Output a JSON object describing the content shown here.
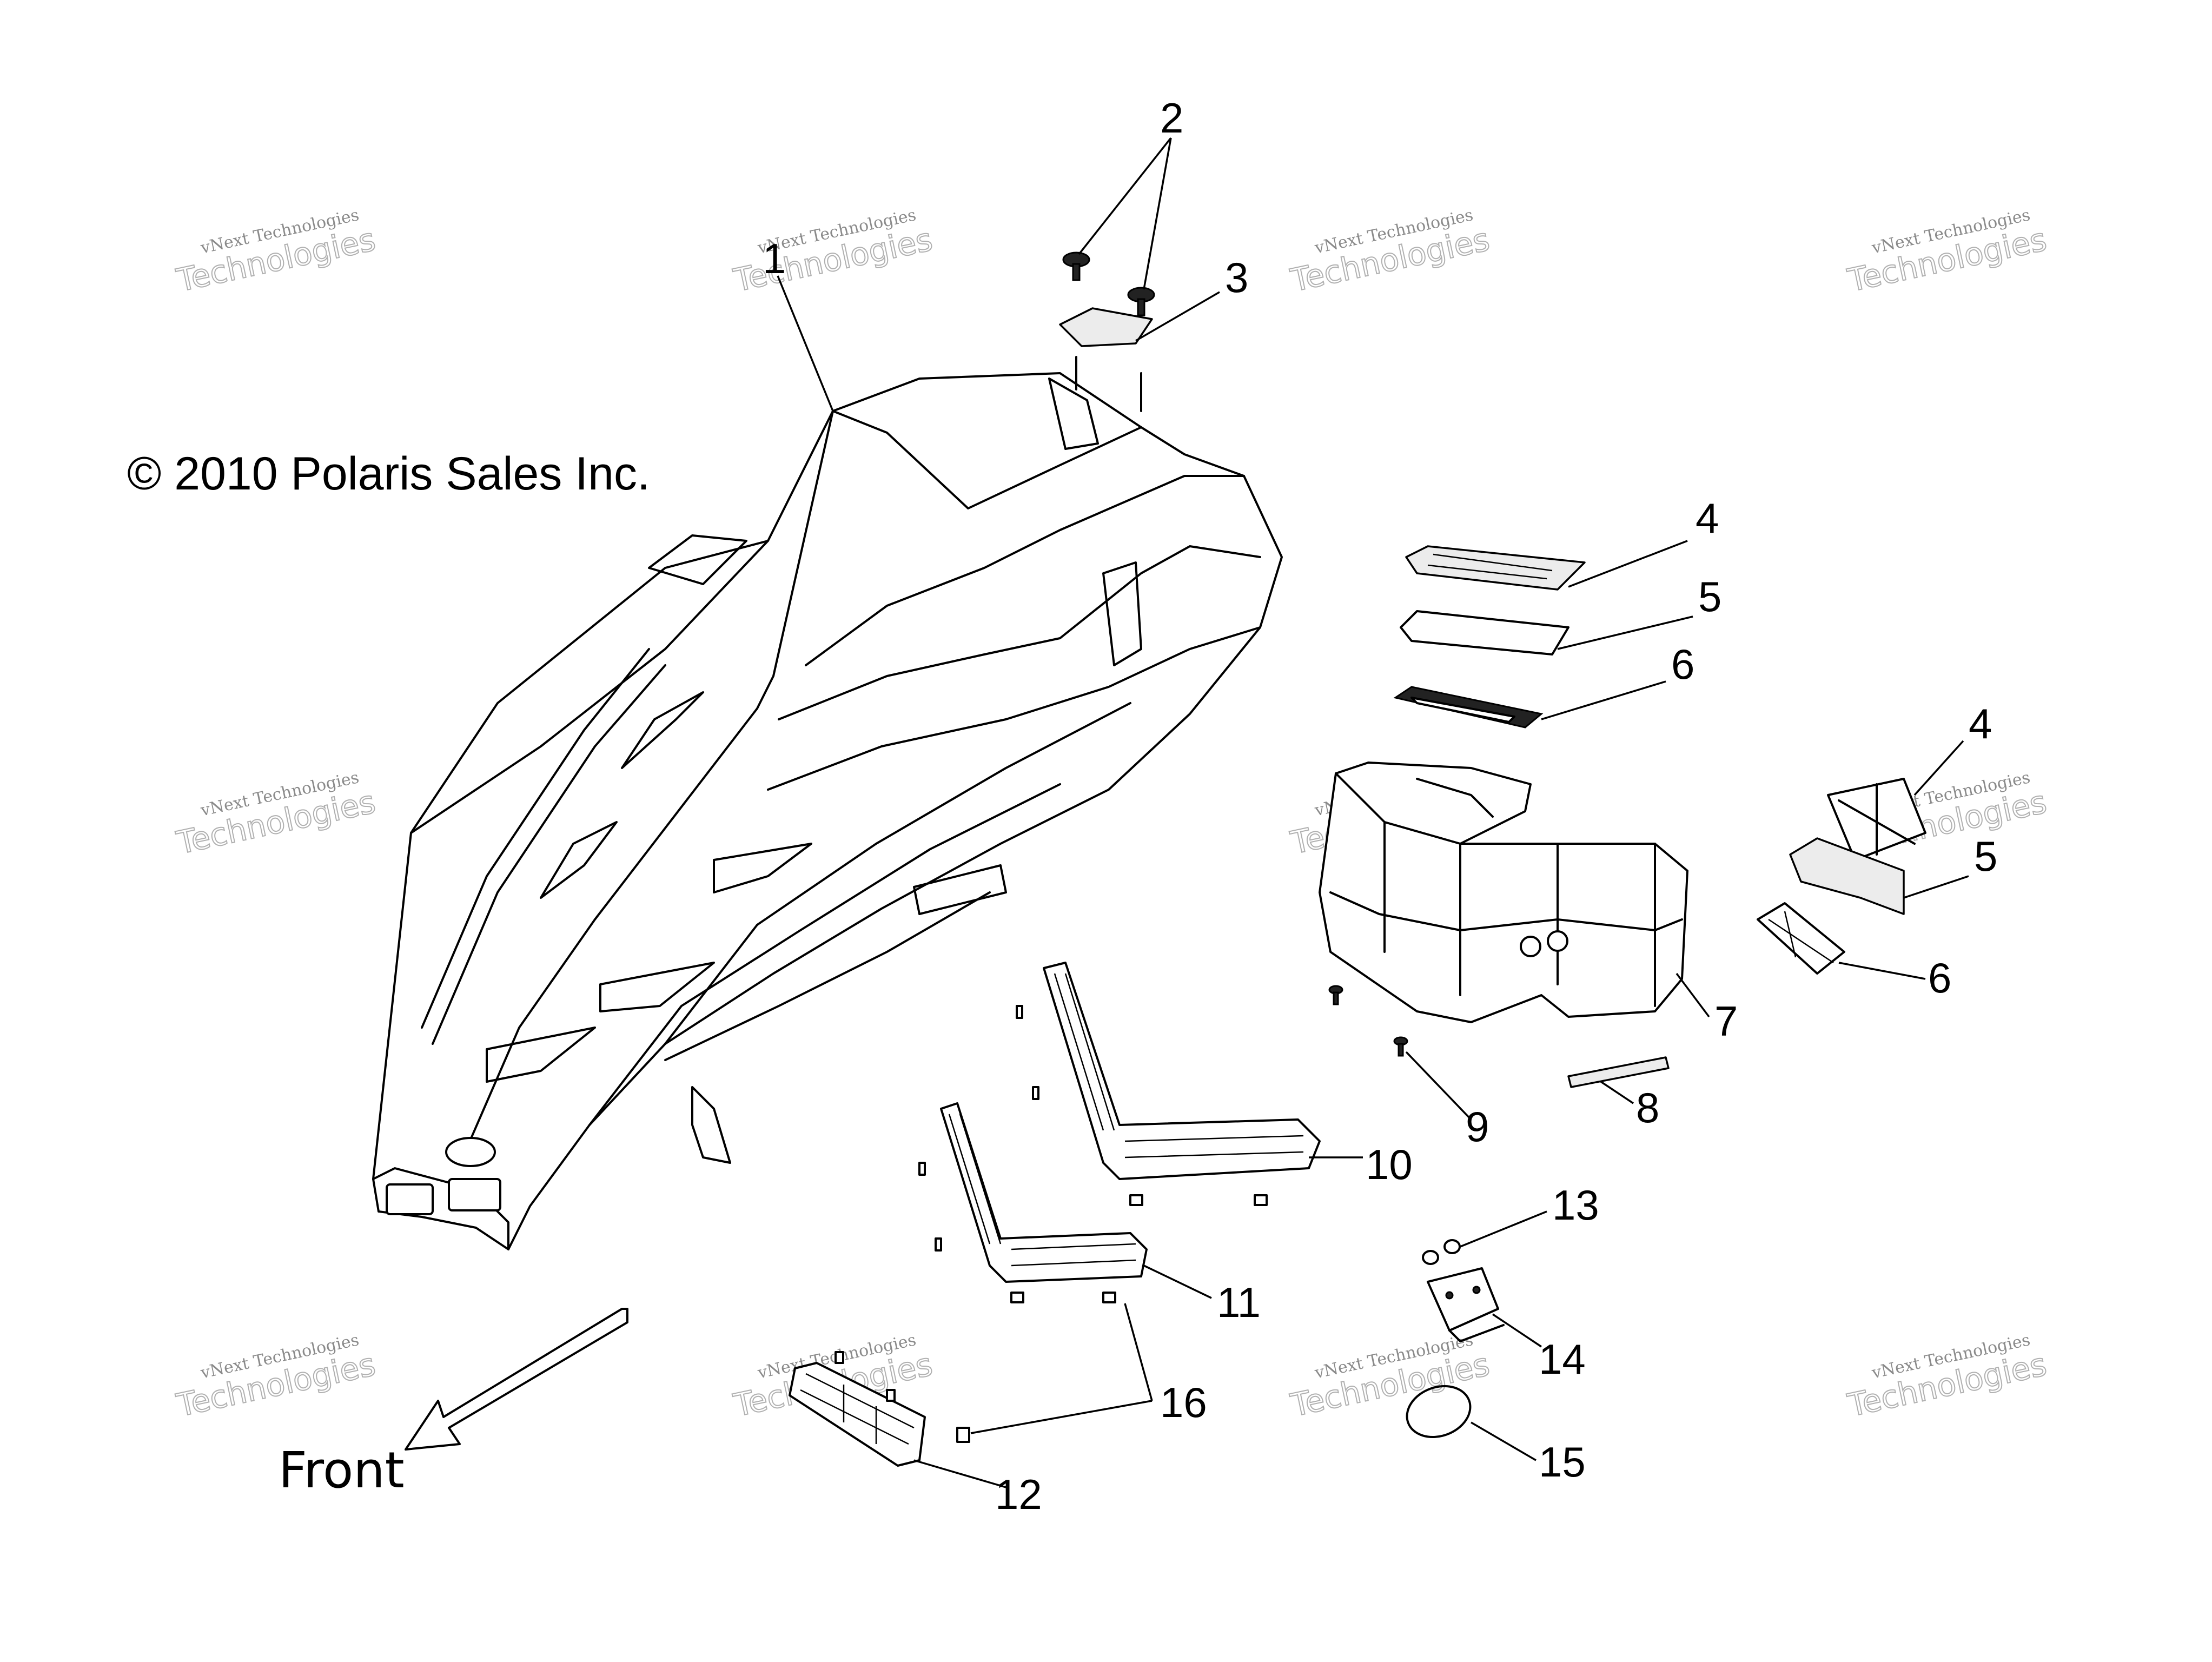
{
  "copyright": "© 2010 Polaris Sales Inc.",
  "front_label": "Front",
  "watermark": {
    "line1": "vNext Technologies",
    "line2": "Technologies",
    "line3": "vNext"
  },
  "callouts": {
    "c1": "1",
    "c2": "2",
    "c3": "3",
    "c4a": "4",
    "c5a": "5",
    "c6a": "6",
    "c4b": "4",
    "c5b": "5",
    "c6b": "6",
    "c7": "7",
    "c8": "8",
    "c9": "9",
    "c10": "10",
    "c11": "11",
    "c12": "12",
    "c13": "13",
    "c14": "14",
    "c15": "15",
    "c16": "16"
  }
}
